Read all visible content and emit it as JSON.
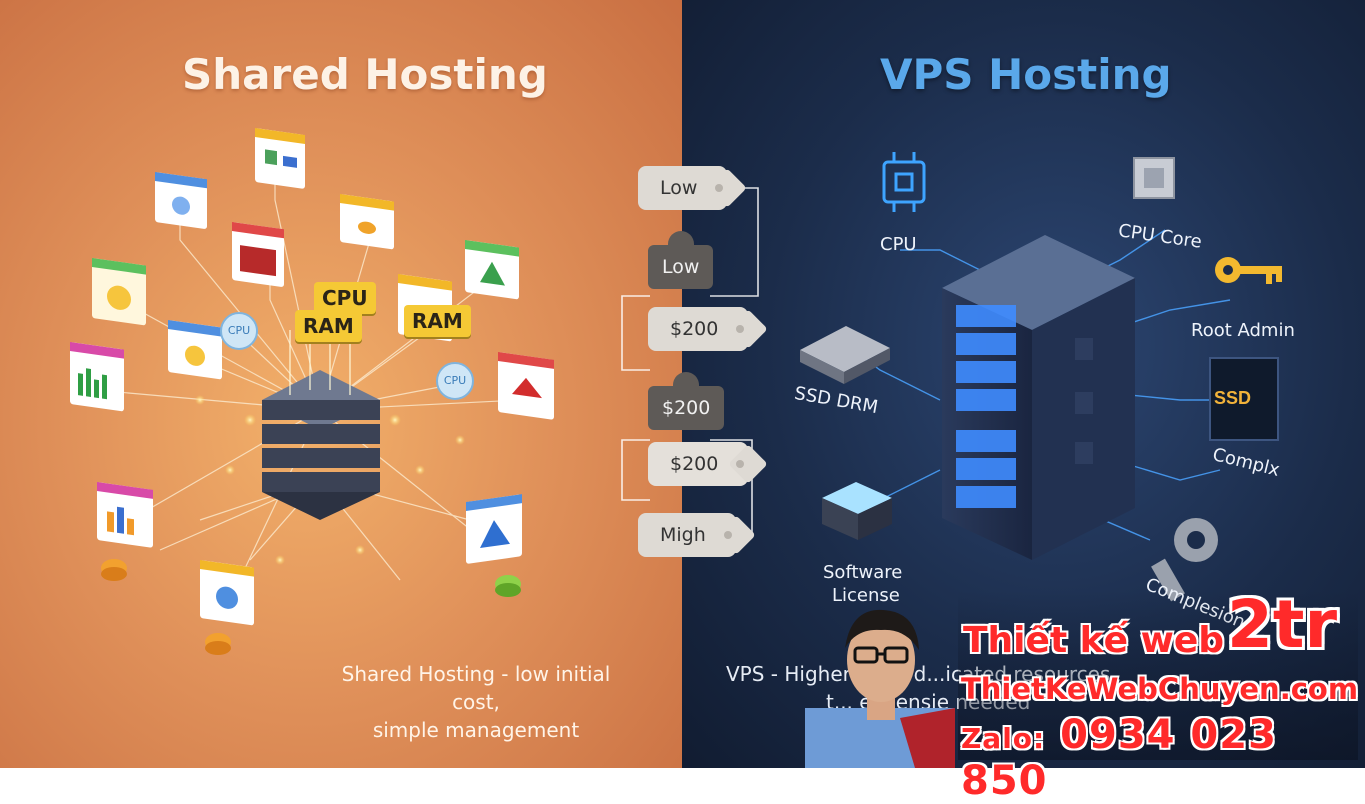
{
  "left": {
    "title": "Shared Hosting",
    "caption_line1": "Shared Hosting - low initial cost,",
    "caption_line2": "simple management",
    "chips": [
      "CPU",
      "RAM",
      "RAM"
    ],
    "bubbles": [
      "CPU",
      "CPU"
    ]
  },
  "right": {
    "title": "VPS Hosting",
    "caption_line1": "VPS - Higher ... st, d...icated resources",
    "caption_line2": "t... expensie needed",
    "labels": {
      "cpu": "CPU",
      "cpu_core": "CPU Core",
      "root_admin": "Root Admin",
      "ssd_drm": "SSD DRM",
      "complx": "Complx",
      "software": "Software",
      "license": "License",
      "complesional": "Complesional"
    }
  },
  "tags": {
    "t1": "Low",
    "t2": "Low",
    "t3": "$200",
    "t4": "$200",
    "t5": "$200",
    "t6": "Migh"
  },
  "promo": {
    "title": "Thiết kế web",
    "price": "2tr",
    "site": "ThietKeWebChuyen.com",
    "zalo_label": "Zalo:",
    "zalo_number": "0934 023 850"
  },
  "colors": {
    "left_bg": "#e0915a",
    "right_bg": "#1b2c4a",
    "vps_title": "#5aa8ea",
    "promo_red": "#ff2a2a"
  }
}
